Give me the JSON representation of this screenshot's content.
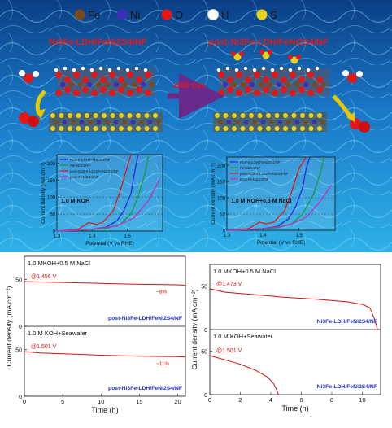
{
  "legend": {
    "items": [
      {
        "label": "Fe",
        "color": "#7a4a1e"
      },
      {
        "label": "Ni",
        "color": "#3a2fb8"
      },
      {
        "label": "O",
        "color": "#e01818"
      },
      {
        "label": "H",
        "color": "#ffffff"
      },
      {
        "label": "S",
        "color": "#e6d21a"
      }
    ]
  },
  "scheme": {
    "left_title": "Ni3Fe-LDH/FeNi2S4/NF",
    "right_title": "post-Ni3Fe-LDH/FeNi2S4/NF",
    "arrow_label": "2000 CVs"
  },
  "chart_data": [
    {
      "type": "line",
      "id": "lsv-koh",
      "xlabel": "Potential (V vs RHE)",
      "ylabel": "Current density (mA cm⁻²)",
      "xlim": [
        1.3,
        1.6
      ],
      "ylim": [
        0,
        225
      ],
      "x_ticks": [
        "1.3",
        "1.4",
        "1.5"
      ],
      "y_ticks": [
        "0",
        "50",
        "100",
        "150",
        "200"
      ],
      "annotation": "1.0 M KOH",
      "series": [
        {
          "name": "Ni3Fe-LDH/FeNi2S4/NF",
          "color": "#2a2ad8",
          "x": [
            1.3,
            1.36,
            1.4,
            1.44,
            1.47,
            1.49,
            1.51,
            1.52,
            1.53
          ],
          "y": [
            0,
            2,
            5,
            12,
            30,
            60,
            110,
            170,
            225
          ]
        },
        {
          "name": "FeNi2S4/NF",
          "color": "#1a9a3a",
          "x": [
            1.3,
            1.38,
            1.44,
            1.48,
            1.51,
            1.53,
            1.55,
            1.56
          ],
          "y": [
            0,
            3,
            8,
            20,
            50,
            100,
            170,
            225
          ]
        },
        {
          "name": "post-Ni3Fe-LDH/FeNi2S4/NF",
          "color": "#e01818",
          "x": [
            1.3,
            1.36,
            1.39,
            1.41,
            1.43,
            1.46,
            1.48,
            1.5,
            1.51
          ],
          "y": [
            0,
            5,
            25,
            20,
            25,
            60,
            120,
            190,
            225
          ]
        },
        {
          "name": "post-FeNi2S4/NF",
          "color": "#c030c0",
          "x": [
            1.3,
            1.4,
            1.47,
            1.52,
            1.56,
            1.59
          ],
          "y": [
            0,
            5,
            15,
            40,
            90,
            150
          ]
        }
      ]
    },
    {
      "type": "line",
      "id": "lsv-koh-nacl",
      "xlabel": "Potential (V vs RHE)",
      "ylabel": "Current density (mA cm⁻²)",
      "xlim": [
        1.3,
        1.6
      ],
      "ylim": [
        0,
        225
      ],
      "x_ticks": [
        "1.3",
        "1.4",
        "1.5"
      ],
      "y_ticks": [
        "0",
        "50",
        "100",
        "150",
        "200"
      ],
      "annotation": "1.0 M KOH+0.5 M NaCl",
      "series": [
        {
          "name": "Ni3Fe-LDH/FeNi2S4/NF",
          "color": "#2a2ad8",
          "x": [
            1.3,
            1.36,
            1.4,
            1.44,
            1.47,
            1.49,
            1.51,
            1.52,
            1.53
          ],
          "y": [
            0,
            2,
            5,
            12,
            35,
            70,
            130,
            190,
            225
          ]
        },
        {
          "name": "FeNi2S4/NF",
          "color": "#1a9a3a",
          "x": [
            1.3,
            1.38,
            1.44,
            1.48,
            1.51,
            1.54,
            1.56,
            1.57
          ],
          "y": [
            0,
            3,
            8,
            20,
            50,
            110,
            180,
            225
          ]
        },
        {
          "name": "post-Ni3Fe-LDH/FeNi2S4/NF",
          "color": "#e01818",
          "x": [
            1.3,
            1.36,
            1.39,
            1.41,
            1.43,
            1.46,
            1.48,
            1.5,
            1.52
          ],
          "y": [
            0,
            5,
            25,
            20,
            25,
            60,
            120,
            190,
            225
          ]
        },
        {
          "name": "post-FeNi2S4/NF",
          "color": "#c030c0",
          "x": [
            1.3,
            1.4,
            1.47,
            1.52,
            1.56,
            1.59
          ],
          "y": [
            0,
            5,
            15,
            40,
            90,
            140
          ]
        }
      ]
    },
    {
      "type": "line",
      "id": "stability-left",
      "xlabel": "Time (h)",
      "ylabel": "Current density (mA cm⁻²)",
      "xlim": [
        0,
        21
      ],
      "x_ticks": [
        "0",
        "5",
        "10",
        "15",
        "20"
      ],
      "panels": [
        {
          "electrolyte": "1.0 MKOH+0.5 M NaCl",
          "potential": "@1.456 V",
          "retention": "~8%",
          "sample": "post-Ni3Fe-LDH/FeNi2S4/NF",
          "y_ticks": [
            "0",
            "50"
          ],
          "ylim": [
            0,
            75
          ],
          "x": [
            0,
            2,
            5,
            10,
            15,
            20,
            21
          ],
          "y": [
            48,
            47.5,
            47,
            46,
            45,
            44.5,
            44
          ]
        },
        {
          "electrolyte": "1.0 M KOH+Seawater",
          "potential": "@1.501 V",
          "retention": "~11%",
          "sample": "post-Ni3Fe-LDH/FeNi2S4/NF",
          "y_ticks": [
            "0",
            "50"
          ],
          "ylim": [
            0,
            75
          ],
          "x": [
            0,
            2,
            5,
            10,
            15,
            20,
            21
          ],
          "y": [
            48,
            46.5,
            45.5,
            44,
            43,
            42.5,
            42
          ]
        }
      ]
    },
    {
      "type": "line",
      "id": "stability-right",
      "xlabel": "Time (h)",
      "ylabel": "Current density (mA cm⁻²)",
      "xlim": [
        0,
        11.2
      ],
      "x_ticks": [
        "0",
        "2",
        "4",
        "6",
        "8",
        "10"
      ],
      "panels": [
        {
          "electrolyte": "1.0 MKOH+0.5 M NaCl",
          "potential": "@1.473 V",
          "sample": "Ni3Fe-LDH/FeNi2S4/NF",
          "y_ticks": [
            "0",
            "50"
          ],
          "ylim": [
            0,
            75
          ],
          "x": [
            0,
            1,
            3,
            5,
            7,
            9,
            10,
            10.5,
            10.8,
            11
          ],
          "y": [
            47,
            43,
            40,
            37,
            35,
            32,
            29,
            25,
            12,
            0
          ]
        },
        {
          "electrolyte": "1.0 M KOH+Seawater",
          "potential": "@1.501 V",
          "sample": "Ni3Fe-LDH/FeNi2S4/NF",
          "y_ticks": [
            "0",
            "50"
          ],
          "ylim": [
            0,
            75
          ],
          "x": [
            0,
            1,
            2,
            3,
            3.8,
            4.2,
            4.4,
            4.5
          ],
          "y": [
            45,
            40,
            35,
            28,
            20,
            12,
            5,
            0
          ]
        }
      ]
    }
  ]
}
